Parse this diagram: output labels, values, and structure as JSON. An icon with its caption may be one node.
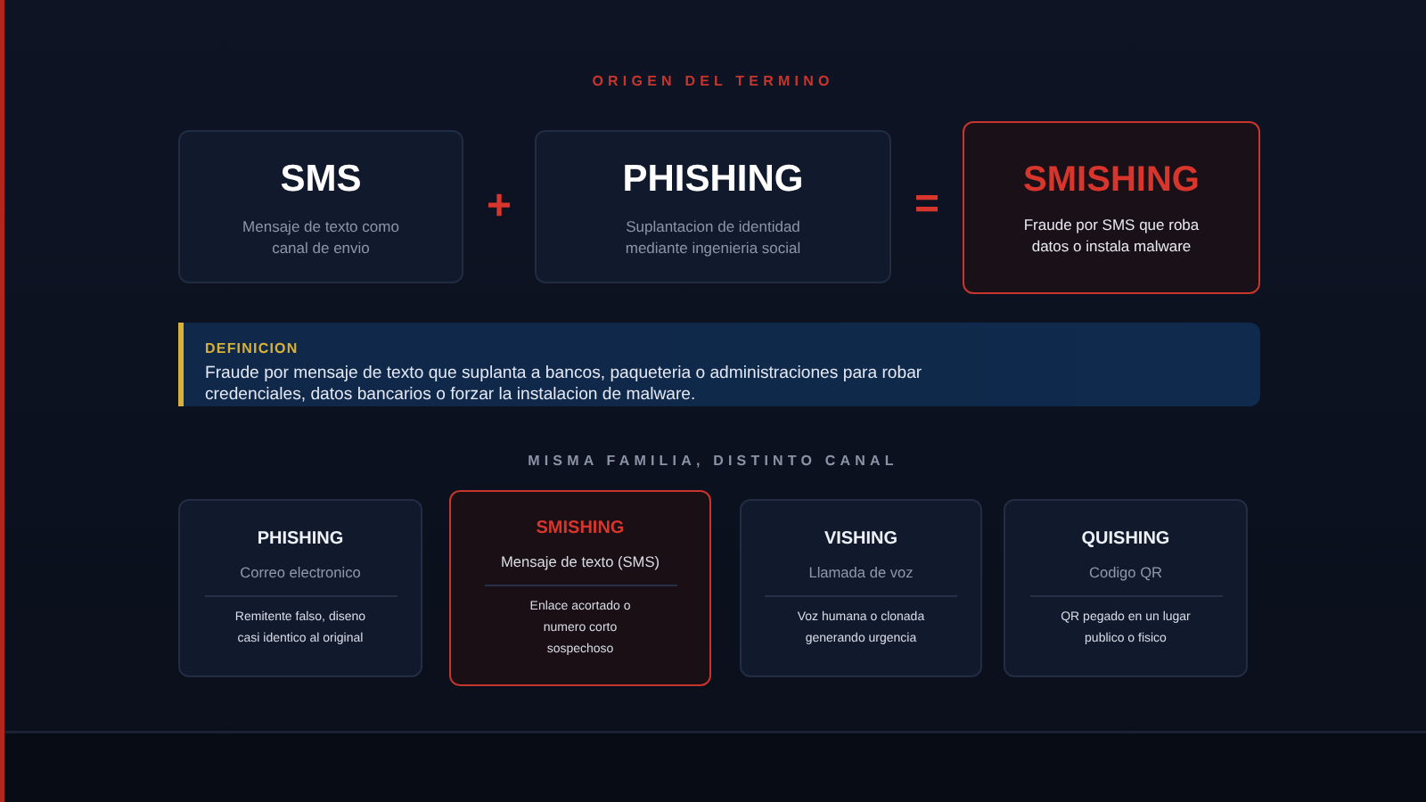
{
  "diagram": {
    "nodes": [
      {
        "text": [
          "SMS",
          "Mensaje de texto como canal de envio"
        ]
      },
      {
        "text": [
          "PHISHING",
          "Suplantacion de identidad mediante ingenieria social"
        ]
      },
      {
        "text": [
          "SMISHING",
          "Fraude por SMS que roba datos o instala malware"
        ]
      },
      {
        "text": [
          "DEFINICION",
          "Fraude por mensaje de texto que suplanta a bancos, paqueteria o administraciones para robar credenciales, datos bancarios o forzar la instalacion de malware."
        ]
      },
      {
        "text": [
          "PHISHING",
          "Correo electronico",
          "Remitente falso, diseno casi identico al original"
        ]
      },
      {
        "text": [
          "SMISHING",
          "Mensaje de texto (SMS)",
          "Enlace acortado o numero corto sospechoso"
        ]
      },
      {
        "text": [
          "VISHING",
          "Llamada de voz",
          "Voz humana o clonada generando urgencia"
        ]
      },
      {
        "text": [
          "QUISHING",
          "Codigo QR",
          "QR pegado en un lugar publico o fisico"
        ]
      }
    ],
    "labels": [
      "ORIGEN DEL TERMINO",
      "+",
      "=",
      "MISMA FAMILIA, DISTINTO CANAL"
    ]
  }
}
